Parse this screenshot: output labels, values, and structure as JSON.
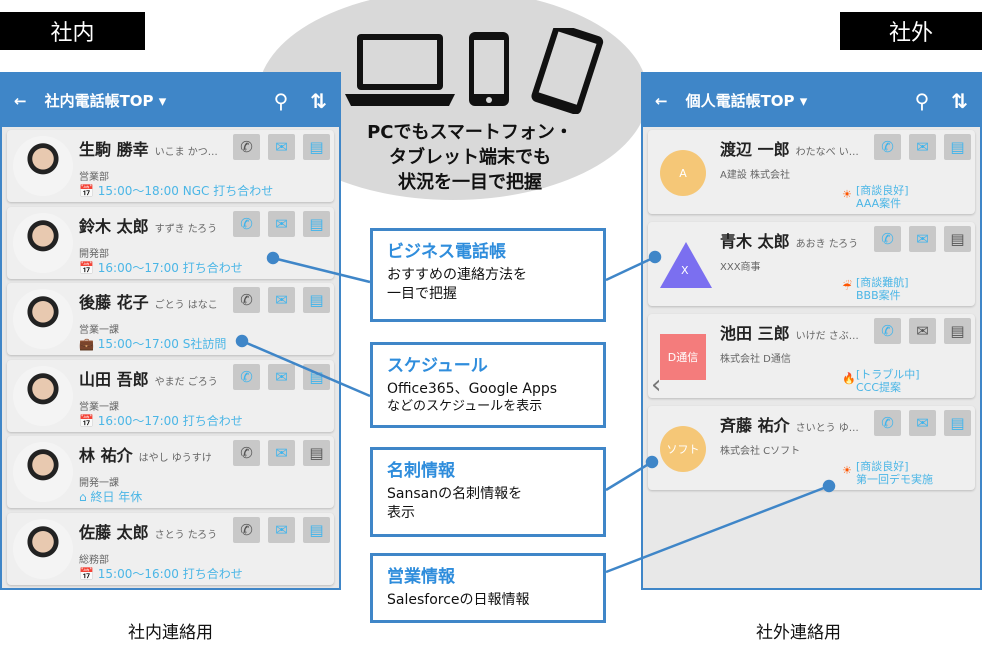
{
  "labels": {
    "internal": "社内",
    "external": "社外",
    "internal_caption": "社内連絡用",
    "external_caption": "社外連絡用"
  },
  "tagline": [
    "PCでもスマートフォン・",
    "タブレット端末でも",
    "状況を一目で把握"
  ],
  "devices": [
    "laptop-icon",
    "smartphone-icon",
    "tablet-icon"
  ],
  "colors": {
    "accent": "#3f86c8",
    "link": "#4bb6e6",
    "active_icon": "#3fb4ec"
  },
  "internal_app": {
    "title": "社内電話帳TOP",
    "contacts": [
      {
        "name": "生駒 勝幸",
        "kana": "いこま かつ…",
        "dept": "営業部",
        "schedule": "15:00〜18:00 NGC 打ち合わせ",
        "icon": "📅",
        "phone": false,
        "mail": true,
        "chat": true
      },
      {
        "name": "鈴木 太郎",
        "kana": "すずき たろう",
        "dept": "開発部",
        "schedule": "16:00〜17:00 打ち合わせ",
        "icon": "📅",
        "phone": true,
        "mail": true,
        "chat": true
      },
      {
        "name": "後藤 花子",
        "kana": "ごとう はなこ",
        "dept": "営業一課",
        "schedule": "15:00〜17:00 S社訪問",
        "icon": "💼",
        "phone": false,
        "mail": true,
        "chat": true
      },
      {
        "name": "山田 吾郎",
        "kana": "やまだ ごろう",
        "dept": "営業一課",
        "schedule": "16:00〜17:00 打ち合わせ",
        "icon": "📅",
        "phone": true,
        "mail": true,
        "chat": true
      },
      {
        "name": "林 祐介",
        "kana": "はやし ゆうすけ",
        "dept": "開発一課",
        "schedule": "終日 年休",
        "icon": "⌂",
        "phone": false,
        "mail": true,
        "chat": false
      },
      {
        "name": "佐藤 太郎",
        "kana": "さとう たろう",
        "dept": "総務部",
        "schedule": "15:00〜16:00 打ち合わせ",
        "icon": "📅",
        "phone": false,
        "mail": true,
        "chat": true
      }
    ]
  },
  "external_app": {
    "title": "個人電話帳TOP",
    "contacts": [
      {
        "name": "渡辺 一郎",
        "kana": "わたなべ い…",
        "company": "A建設 株式会社",
        "logo": "A",
        "status": "[商談良好]",
        "deal": "AAA案件",
        "weather": "☀",
        "phone": true,
        "mail": true,
        "chat": true
      },
      {
        "name": "青木 太郎",
        "kana": "あおき たろう",
        "company": "XXX商事",
        "logo": "X",
        "status": "[商談難航]",
        "deal": "BBB案件",
        "weather": "☔",
        "phone": true,
        "mail": true,
        "chat": false
      },
      {
        "name": "池田 三郎",
        "kana": "いけだ さぶ…",
        "company": "株式会社 D通信",
        "logo": "D通信",
        "status": "[トラブル中]",
        "deal": "CCC提案",
        "weather": "🔥",
        "phone": true,
        "mail": false,
        "chat": false
      },
      {
        "name": "斉藤 祐介",
        "kana": "さいとう ゆ…",
        "company": "株式会社 Cソフト",
        "logo": "ソフト",
        "status": "[商談良好]",
        "deal": "第一回デモ実施",
        "weather": "☀",
        "phone": true,
        "mail": true,
        "chat": true
      }
    ]
  },
  "features": [
    {
      "title": "ビジネス電話帳",
      "lines": [
        "おすすめの連絡方法を",
        "一目で把握"
      ]
    },
    {
      "title": "スケジュール",
      "lines": [
        "Office365、Google Apps",
        "などのスケジュールを表示"
      ]
    },
    {
      "title": "名刺情報",
      "lines": [
        "Sansanの名刺情報を",
        "表示"
      ]
    },
    {
      "title": "営業情報",
      "lines": [
        "Salesforceの日報情報"
      ]
    }
  ]
}
